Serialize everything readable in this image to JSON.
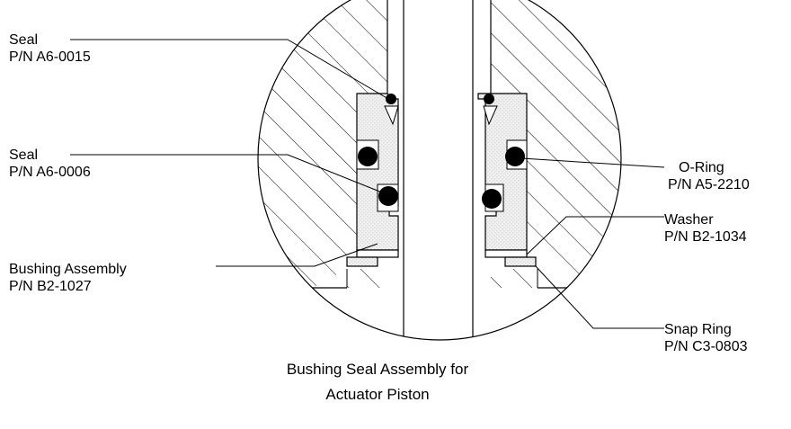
{
  "callouts": {
    "seal_top": {
      "name": "Seal",
      "part": "P/N A6-0015"
    },
    "seal_mid": {
      "name": "Seal",
      "part": "P/N A6-0006"
    },
    "bushing": {
      "name": "Bushing Assembly",
      "part": "P/N B2-1027"
    },
    "oring": {
      "name": "O-Ring",
      "part": "P/N A5-2210"
    },
    "washer": {
      "name": "Washer",
      "part": "P/N B2-1034"
    },
    "snap_ring": {
      "name": "Snap Ring",
      "part": "P/N C3-0803"
    }
  },
  "caption": {
    "line1": "Bushing Seal Assembly for",
    "line2": "Actuator Piston"
  }
}
